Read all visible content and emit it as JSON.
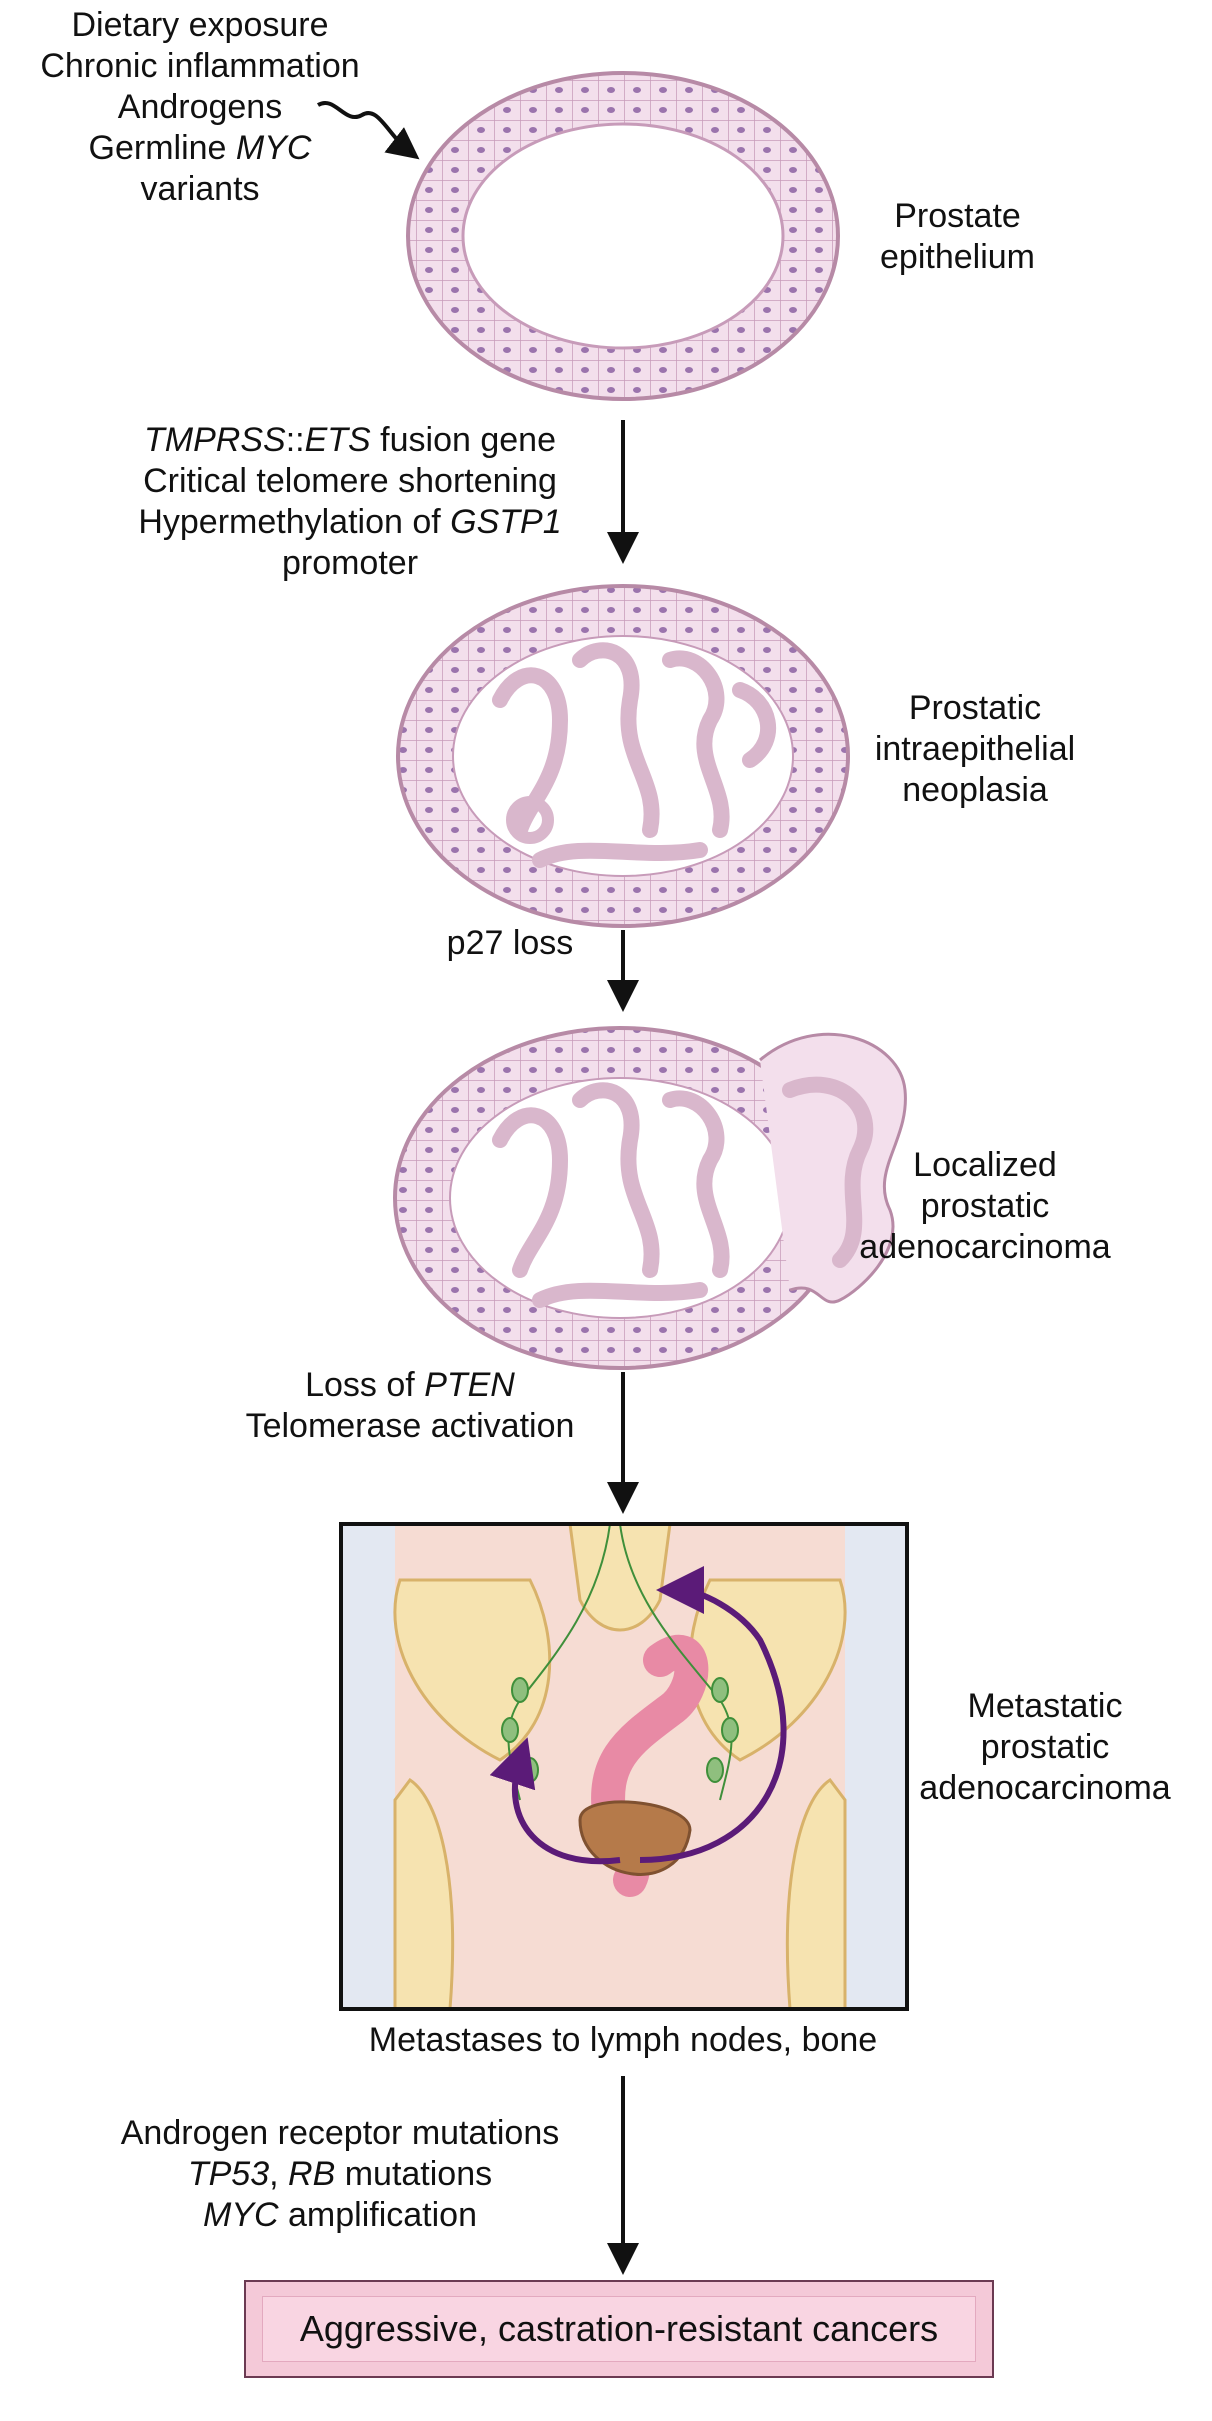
{
  "factors": {
    "line1": "Dietary exposure",
    "line2": "Chronic inflammation",
    "line3": "Androgens",
    "line4_pre": "Germline ",
    "line4_it": "MYC",
    "line5": "variants"
  },
  "stage1": {
    "line1": "Prostate",
    "line2": "epithelium"
  },
  "step1": {
    "l1_it": "TMPRSS",
    "l1_mid": "::",
    "l1_it2": "ETS",
    "l1_post": " fusion gene",
    "l2": "Critical telomere shortening",
    "l3_pre": "Hypermethylation of ",
    "l3_it": "GSTP1",
    "l4": "promoter"
  },
  "stage2": {
    "line1": "Prostatic",
    "line2": "intraepithelial",
    "line3": "neoplasia"
  },
  "step2": {
    "l1": "p27 loss"
  },
  "stage3": {
    "line1": "Localized",
    "line2": "prostatic",
    "line3": "adenocarcinoma"
  },
  "step3": {
    "l1_pre": "Loss of ",
    "l1_it": "PTEN",
    "l2": "Telomerase activation"
  },
  "stage4": {
    "line1": "Metastatic",
    "line2": "prostatic",
    "line3": "adenocarcinoma"
  },
  "caption": "Metastases to lymph nodes, bone",
  "step4": {
    "l1": "Androgen receptor mutations",
    "l2_it": "TP53",
    "l2_mid": ", ",
    "l2_it2": "RB",
    "l2_post": " mutations",
    "l3_it": "MYC",
    "l3_post": " amplification"
  },
  "final": "Aggressive, castration-resistant cancers",
  "colors": {
    "tissue": "#ecd3e3",
    "tissue_border": "#b78aa6",
    "nucleus": "#8f6aa2",
    "arrow": "#111111",
    "metastasis_arrow": "#5b1b78",
    "lymph": "#3f8f3a",
    "bone": "#f6e3b0",
    "colon": "#e88aa5",
    "bladder": "#b57a4a",
    "final_box": "#f4c9d8"
  }
}
